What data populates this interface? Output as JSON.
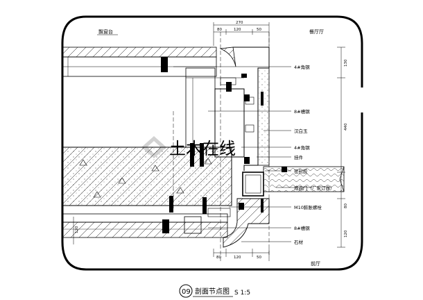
{
  "rooms": {
    "window_sill": "飘窗台",
    "dining_hall": "餐厅厅",
    "lower_hall": "前厅"
  },
  "dimensions": {
    "top_total": "270",
    "top_left": "80",
    "top_mid": "120",
    "top_right": "50",
    "right_top": "130",
    "right_mid": "440",
    "right_lower": "80",
    "right_bottom": "120",
    "left_side": "120",
    "bottom_left": "80",
    "bottom_mid": "120",
    "bottom_right": "50"
  },
  "callouts": [
    "4#角钢",
    "8#槽钢",
    "汉白玉",
    "4#角钢",
    "挂件",
    "密封胶",
    "成品门（厂家订做）",
    "M10膨胀螺栓",
    "8#槽钢",
    "石材"
  ],
  "title": {
    "number": "09",
    "text": "剖面节点图",
    "scale": "S 1:5"
  },
  "watermark": "土木在线",
  "colors": {
    "line": "#000000",
    "watermark": "#c9c9c9",
    "background": "#ffffff"
  }
}
